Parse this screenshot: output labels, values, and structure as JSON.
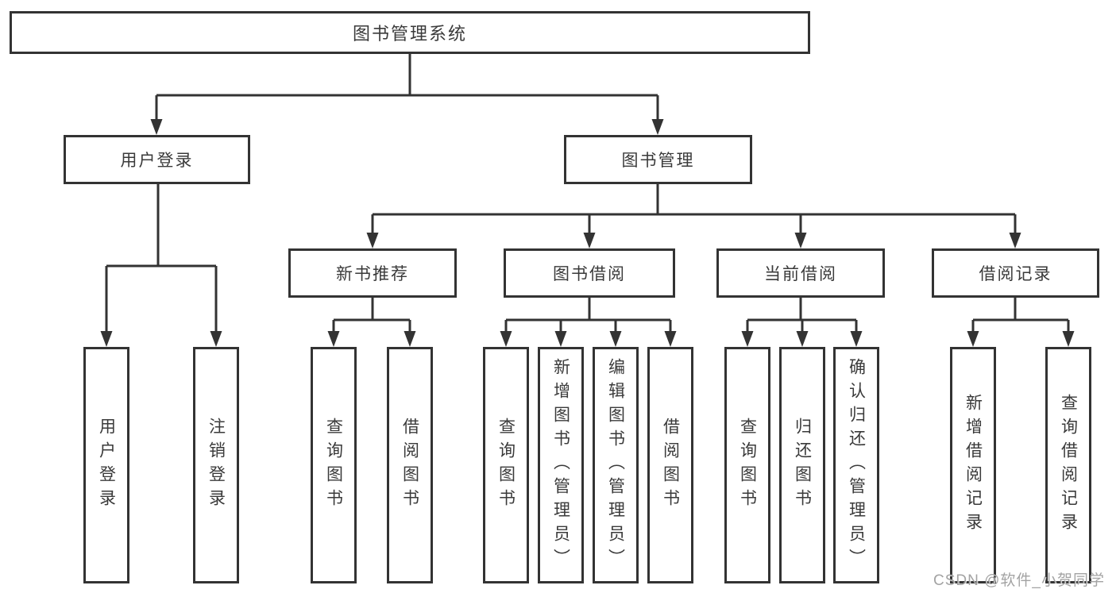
{
  "diagram": {
    "title": "图书管理系统",
    "level2": {
      "user_login": "用户登录",
      "book_management": "图书管理"
    },
    "level3": {
      "new_book_recommend": "新书推荐",
      "book_borrow": "图书借阅",
      "current_borrow": "当前借阅",
      "borrow_records": "借阅记录"
    },
    "leaves": {
      "user_login": [
        "用户登录",
        "注销登录"
      ],
      "new_book_recommend": [
        "查询图书",
        "借阅图书"
      ],
      "book_borrow": [
        "查询图书",
        "新增图书（管理员）",
        "编辑图书（管理员）",
        "借阅图书"
      ],
      "current_borrow": [
        "查询图书",
        "归还图书",
        "确认归还（管理员）"
      ],
      "borrow_records": [
        "新增借阅记录",
        "查询借阅记录"
      ]
    },
    "watermark": "CSDN @软件_小贺同学",
    "colors": {
      "line": "#333333",
      "border": "#333333",
      "text": "#3a3a3a",
      "background": "#ffffff",
      "watermark": "#969696"
    }
  }
}
